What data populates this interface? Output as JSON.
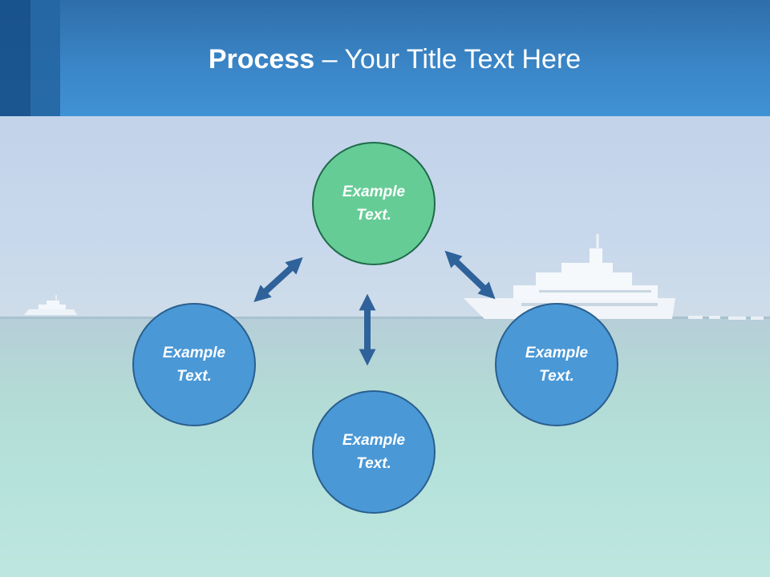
{
  "title": {
    "bold": "Process",
    "rest": " – Your Title Text Here"
  },
  "nodes": [
    {
      "id": "top",
      "text": "Example Text.",
      "color": "#66cc96"
    },
    {
      "id": "left",
      "text": "Example Text.",
      "color": "#4a98d6"
    },
    {
      "id": "right",
      "text": "Example Text.",
      "color": "#4a98d6"
    },
    {
      "id": "bottom",
      "text": "Example Text.",
      "color": "#4a98d6"
    }
  ],
  "colors": {
    "arrow": "#2f629a",
    "header": "#3a85c6"
  }
}
